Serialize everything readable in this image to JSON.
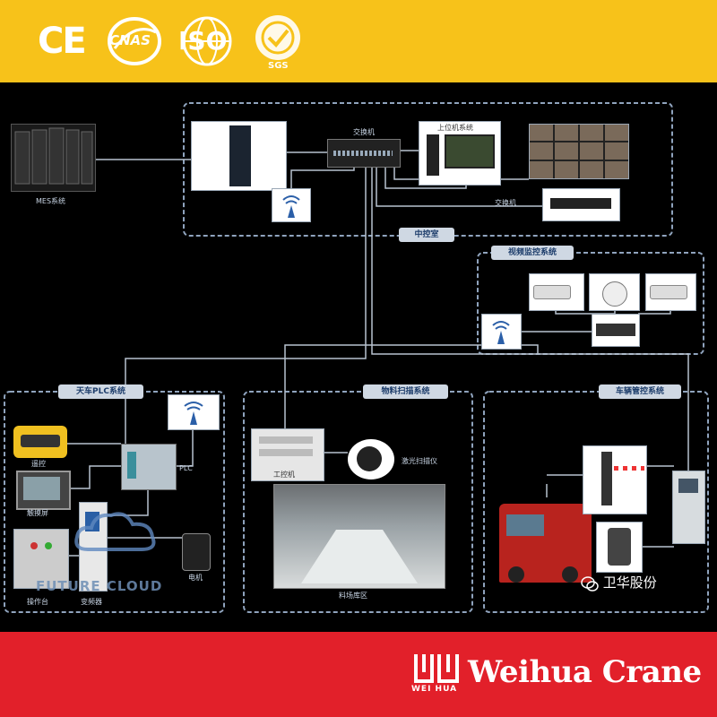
{
  "certifications": {
    "ce": "CE",
    "cnas": "CNAS",
    "iso": "ISO",
    "sgs": "SGS"
  },
  "colors": {
    "top_bar": "#f7c21a",
    "bottom_bar": "#e2202a",
    "background": "#000000",
    "dashed_border": "#8fa3bd",
    "connector": "#b7c2cf"
  },
  "diagram": {
    "mes": "MES系统",
    "switch_top": "交换机",
    "host_system": "上位机系统",
    "switch_right": "交换机",
    "control_room": "中控室",
    "video_system": "视频监控系统",
    "crane_plc": "天车PLC系统",
    "remote": "遥控",
    "touch_screen": "触摸屏",
    "console": "操作台",
    "plc": "PLC",
    "inverter": "变频器",
    "motor": "电机",
    "material_scan": "物料扫描系统",
    "ipc": "工控机",
    "laser_scanner": "激光扫描仪",
    "yard": "料场库区",
    "vehicle_control": "车辆管控系统",
    "watermark": "FUTURE CLOUD"
  },
  "wechat_mark": "卫华股份",
  "brand": {
    "logo_sub": "WEI HUA",
    "name": "Weihua Crane"
  },
  "icons": [
    "wifi-icon",
    "wechat-icon",
    "weihua-logo-icon"
  ]
}
